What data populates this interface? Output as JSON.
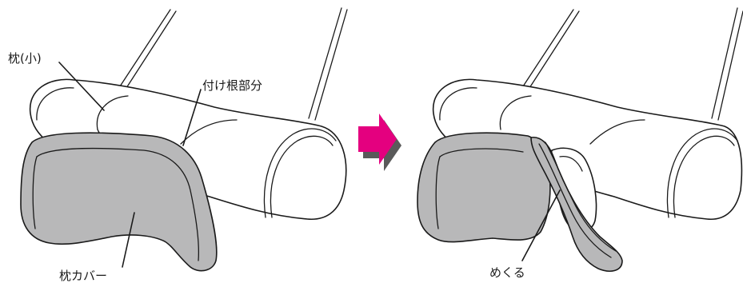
{
  "labels": {
    "pillow_small": "枕(小)",
    "base_part": "付け根部分",
    "pillow_cover": "枕カバー",
    "flip": "めくる"
  },
  "colors": {
    "cover_fill": "#b8b8b9",
    "arrow_front": "#e4007f",
    "arrow_shadow": "#5a5a5a",
    "line": "#1a1a1a"
  },
  "icons": {
    "transition": "right-arrow-icon"
  }
}
